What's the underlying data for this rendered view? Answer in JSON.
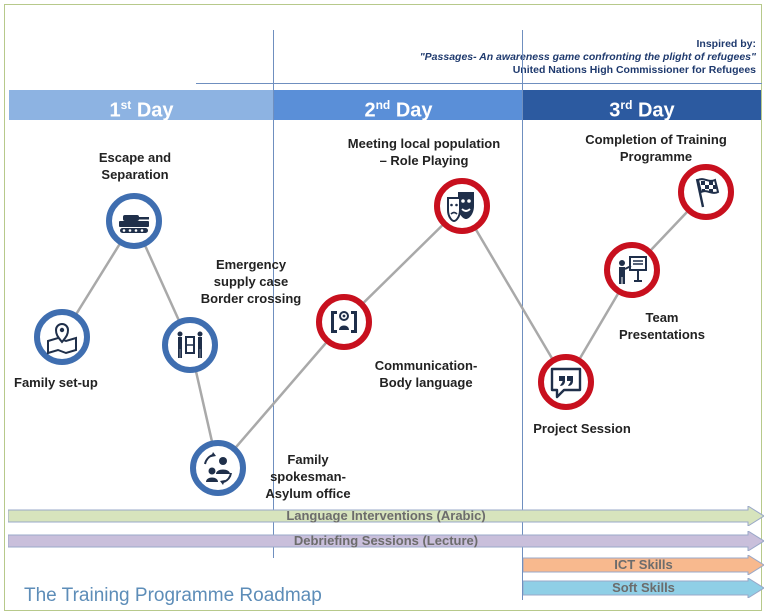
{
  "inspired": {
    "label": "Inspired by:",
    "quote": "\"Passages- An awareness game confronting the plight of refugees\"",
    "org": "United Nations High Commissioner for Refugees"
  },
  "days": [
    {
      "num": "1",
      "suffix": "st",
      "word": "Day",
      "color": "#8db3e2"
    },
    {
      "num": "2",
      "suffix": "nd",
      "word": "Day",
      "color": "#5a8fd8"
    },
    {
      "num": "3",
      "suffix": "rd",
      "word": "Day",
      "color": "#2c5aa0"
    }
  ],
  "activities": {
    "escape": "Escape and\nSeparation",
    "family_setup": "Family set-up",
    "emergency": "Emergency\nsupply case\nBorder crossing",
    "spokesman": "Family\nspokesman-\nAsylum office",
    "communication": "Communication-\nBody language",
    "meeting": "Meeting local population\n– Role Playing",
    "project": "Project Session",
    "team": "Team\nPresentations",
    "completion": "Completion of Training\nProgramme"
  },
  "bars": {
    "language": "Language Interventions (Arabic)",
    "debriefing": "Debriefing Sessions (Lecture)",
    "ict": "ICT Skills",
    "soft": "Soft Skills"
  },
  "colors": {
    "language": "#d7e4bd",
    "debriefing": "#c9bfdb",
    "ict": "#f8b98e",
    "soft": "#8fcfe6",
    "blue_node": "#3f6eb0",
    "red_node": "#c8101e"
  },
  "caption": "The Training Programme Roadmap",
  "icons": [
    "tank-icon",
    "map-pin-icon",
    "border-crossing-icon",
    "people-exchange-icon",
    "communication-icon",
    "theater-masks-icon",
    "speech-bubble-icon",
    "presentation-icon",
    "checkered-flag-icon"
  ]
}
